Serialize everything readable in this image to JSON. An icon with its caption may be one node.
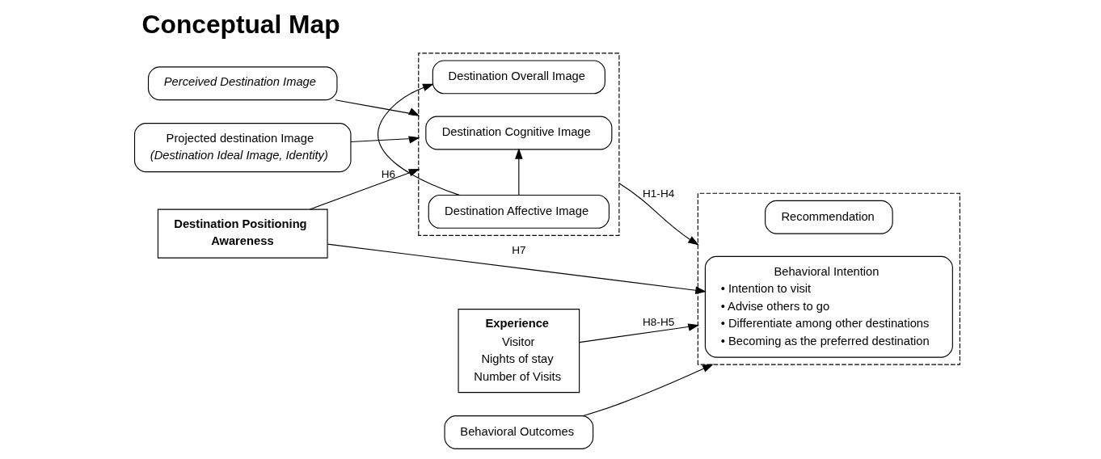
{
  "diagram": {
    "title": "Conceptual Map",
    "nodes": [
      {
        "text": [
          "Projected destination Image",
          "(Destination Ideal Image, Identity)"
        ]
      },
      {
        "text": [
          "Destination Positioning",
          "Awareness"
        ]
      },
      {
        "text": [
          "Perceived Destination Image"
        ]
      },
      {
        "text": [],
        "shape": "box"
      },
      {
        "text": [
          "Destination Overall Image"
        ],
        "in": 3
      },
      {
        "text": [
          "Destination Cognitive Image"
        ],
        "in": 3
      },
      {
        "text": [
          "Destination Affective Image"
        ],
        "in": 3
      },
      {
        "text": [
          "Experience",
          "Visitor",
          "Nights of stay",
          "Number of Visits"
        ]
      },
      {
        "text": [
          "Behavioral Outcomes"
        ]
      },
      {
        "text": [],
        "shape": "box"
      },
      {
        "text": [
          "Recommendation"
        ],
        "in": 9
      },
      {
        "text": [
          "Behavioral Intention",
          "• Intention to visit",
          "• Advise others to go",
          "• Differentiate among other destinations",
          "• Becoming as the preferred destination"
        ],
        "in": 9
      }
    ],
    "edges": [
      {
        "from": 0,
        "to": 3,
        "arrow": "to"
      },
      {
        "from": 1,
        "to": 3,
        "arrow": "to",
        "label": "H6"
      },
      {
        "from": 2,
        "to": 3,
        "arrow": "to"
      },
      {
        "from": 6,
        "to": 4,
        "arrow": "to"
      },
      {
        "from": 6,
        "to": 5,
        "arrow": "to"
      },
      {
        "from": 3,
        "to": 9,
        "arrow": "to",
        "label": "H1-H4"
      },
      {
        "from": 7,
        "to": 9,
        "arrow": "to",
        "label": "H8-H5"
      },
      {
        "from": 8,
        "to": 9,
        "arrow": "to"
      },
      {
        "from": 1,
        "to": 11,
        "arrow": "to",
        "label": "H7"
      }
    ]
  }
}
